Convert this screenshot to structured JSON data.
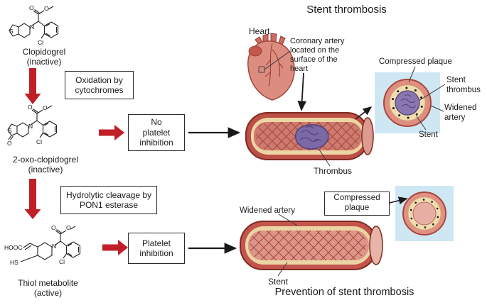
{
  "titles": {
    "top": "Stent thrombosis",
    "bottom": "Prevention of stent thrombosis"
  },
  "pathway": {
    "compound1": {
      "name": "Clopidogrel",
      "state": "(inactive)"
    },
    "step1": "Oxidation by cytochromes",
    "compound2": {
      "name": "2-oxo-clopidogrel",
      "state": "(inactive)"
    },
    "step2": "Hydrolytic cleavage by PON1 esterase",
    "compound3": {
      "name": "Thiol metabolite",
      "state": "(active)"
    },
    "outcome_top": "No platelet inhibition",
    "outcome_bottom": "Platelet inhibition"
  },
  "atoms": {
    "s": "S",
    "n": "N",
    "o": "O",
    "cl": "Cl",
    "hooc": "HOOC",
    "hs": "HS"
  },
  "anatomy": {
    "heart": "Heart",
    "coronary": "Coronary artery located on the surface of the heart",
    "thrombus": "Thrombus",
    "compressed_plaque_inset": "Compressed plaque",
    "stent_thrombus": "Stent thrombus",
    "widened_artery_inset": "Widened artery",
    "stent_inset": "Stent",
    "widened_artery_bottom": "Widened artery",
    "compressed_plaque_bottom": "Compressed plaque",
    "stent_bottom": "Stent"
  },
  "colors": {
    "arrow_red": "#c01f27",
    "artery_wall": "#bc4f46",
    "plaque": "#f0dcae",
    "thrombus": "#7b68a6",
    "inset_bg": "#cfe7f3"
  }
}
